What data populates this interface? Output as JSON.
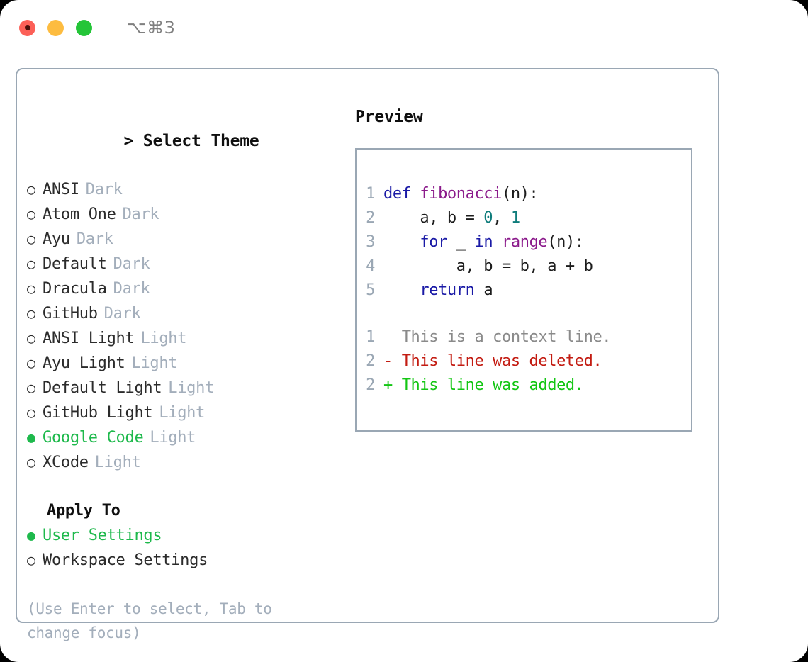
{
  "window": {
    "traffic_lights": [
      "close-red",
      "minimize-yellow",
      "maximize-green"
    ],
    "shortcut": "⌥⌘3"
  },
  "colors": {
    "accent_green": "#1eb94c",
    "border": "#9aa7b4",
    "muted": "#a3aebb",
    "keyword": "#1a1aa6",
    "function": "#8b1a8b",
    "number": "#0e7c7b",
    "diff_added": "#13c613",
    "diff_deleted": "#c31c12",
    "diff_context": "#8a8a8a"
  },
  "theme_picker": {
    "caret": ">",
    "title": "Select Theme",
    "bullet_unselected": "○",
    "bullet_selected": "●",
    "items": [
      {
        "label": "ANSI",
        "tag": "Dark",
        "selected": false
      },
      {
        "label": "Atom One",
        "tag": "Dark",
        "selected": false
      },
      {
        "label": "Ayu",
        "tag": "Dark",
        "selected": false
      },
      {
        "label": "Default",
        "tag": "Dark",
        "selected": false
      },
      {
        "label": "Dracula",
        "tag": "Dark",
        "selected": false
      },
      {
        "label": "GitHub",
        "tag": "Dark",
        "selected": false
      },
      {
        "label": "ANSI Light",
        "tag": "Light",
        "selected": false
      },
      {
        "label": "Ayu Light",
        "tag": "Light",
        "selected": false
      },
      {
        "label": "Default Light",
        "tag": "Light",
        "selected": false
      },
      {
        "label": "GitHub Light",
        "tag": "Light",
        "selected": false
      },
      {
        "label": "Google Code",
        "tag": "Light",
        "selected": true
      },
      {
        "label": "XCode",
        "tag": "Light",
        "selected": false
      }
    ]
  },
  "apply_to": {
    "title": "Apply To",
    "items": [
      {
        "label": "User Settings",
        "selected": true
      },
      {
        "label": "Workspace Settings",
        "selected": false
      }
    ]
  },
  "hint": "(Use Enter to select, Tab to change focus)",
  "preview": {
    "title": "Preview",
    "code_lines": [
      {
        "num": "1",
        "tokens": [
          {
            "t": "def ",
            "k": "kw"
          },
          {
            "t": "fibonacci",
            "k": "fn"
          },
          {
            "t": "(n):",
            "k": "plain"
          }
        ]
      },
      {
        "num": "2",
        "tokens": [
          {
            "t": "    a, b = ",
            "k": "plain"
          },
          {
            "t": "0",
            "k": "num"
          },
          {
            "t": ", ",
            "k": "plain"
          },
          {
            "t": "1",
            "k": "num"
          }
        ]
      },
      {
        "num": "3",
        "tokens": [
          {
            "t": "    ",
            "k": "plain"
          },
          {
            "t": "for",
            "k": "kw"
          },
          {
            "t": " _ ",
            "k": "plain"
          },
          {
            "t": "in",
            "k": "kw"
          },
          {
            "t": " ",
            "k": "plain"
          },
          {
            "t": "range",
            "k": "fn"
          },
          {
            "t": "(n):",
            "k": "plain"
          }
        ]
      },
      {
        "num": "4",
        "tokens": [
          {
            "t": "        a, b = b, a + b",
            "k": "plain"
          }
        ]
      },
      {
        "num": "5",
        "tokens": [
          {
            "t": "    ",
            "k": "plain"
          },
          {
            "t": "return",
            "k": "kw"
          },
          {
            "t": " a",
            "k": "plain"
          }
        ]
      }
    ],
    "diff_lines": [
      {
        "num": "1",
        "marker": "  ",
        "text": "This is a context line.",
        "kind": "context"
      },
      {
        "num": "2",
        "marker": "- ",
        "text": "This line was deleted.",
        "kind": "deleted"
      },
      {
        "num": "2",
        "marker": "+ ",
        "text": "This line was added.",
        "kind": "added"
      }
    ]
  }
}
